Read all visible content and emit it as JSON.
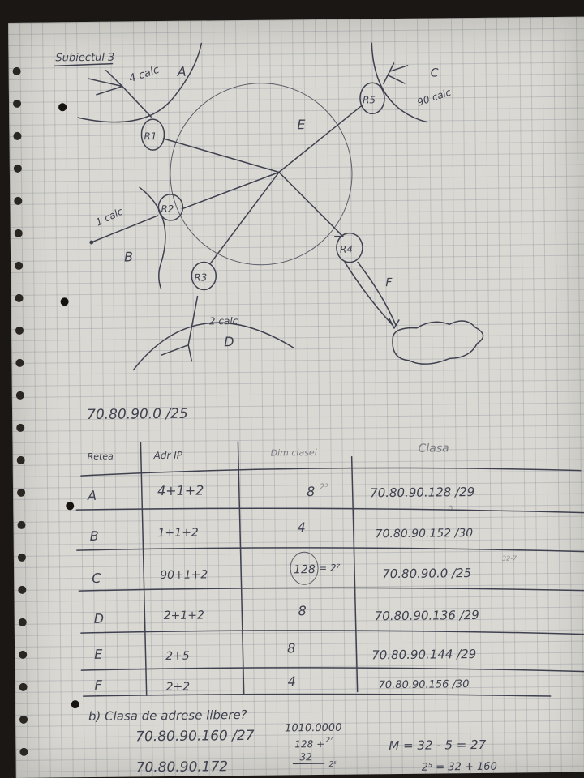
{
  "title": "Subiectul 3",
  "diagram": {
    "networks": [
      {
        "label": "A",
        "hosts": "4 calc"
      },
      {
        "label": "B",
        "hosts": "1 calc"
      },
      {
        "label": "C",
        "hosts": "90 calc"
      },
      {
        "label": "D",
        "hosts": "2 calc"
      }
    ],
    "center_label": "E",
    "link_label": "F",
    "routers": [
      "R1",
      "R2",
      "R3",
      "R4",
      "R5"
    ]
  },
  "network_address": "70.80.90.0 /25",
  "table": {
    "headers": [
      "Retea",
      "Adr IP",
      "Dim clasei",
      "Clasa"
    ],
    "rows": [
      {
        "retea": "A",
        "adr_ip": "4+1+2",
        "dim": "8",
        "dim_note": "2³",
        "clasa": "70.80.90.128 /29",
        "clasa_note": "0"
      },
      {
        "retea": "B",
        "adr_ip": "1+1+2",
        "dim": "4",
        "dim_note": "",
        "clasa": "70.80.90.152 /30",
        "clasa_note": ""
      },
      {
        "retea": "C",
        "adr_ip": "90+1+2",
        "dim": "128",
        "dim_note": "= 2⁷",
        "clasa": "70.80.90.0 /25",
        "clasa_note": "32-7"
      },
      {
        "retea": "D",
        "adr_ip": "2+1+2",
        "dim": "8",
        "dim_note": "",
        "clasa": "70.80.90.136 /29",
        "clasa_note": ""
      },
      {
        "retea": "E",
        "adr_ip": "2+5",
        "dim": "8",
        "dim_note": "",
        "clasa": "70.80.90.144 /29",
        "clasa_note": ""
      },
      {
        "retea": "F",
        "adr_ip": "2+2",
        "dim": "4",
        "dim_note": "",
        "clasa": "70.80.90.156 /30",
        "clasa_note": ""
      }
    ]
  },
  "question_b": "b) Clasa de adrese libere?",
  "free_block": {
    "line1": "70.80.90.160 /27",
    "binary": "1010.0000",
    "calc_top": "128 +",
    "calc_top_exp": "2⁷",
    "line2": "70.80.90.172",
    "calc_bottom": "32",
    "calc_bottom_exp": "2⁵",
    "mask_calc": "M = 32 - 5 = 27",
    "power_calc": "2⁵ = 32 + 160"
  }
}
